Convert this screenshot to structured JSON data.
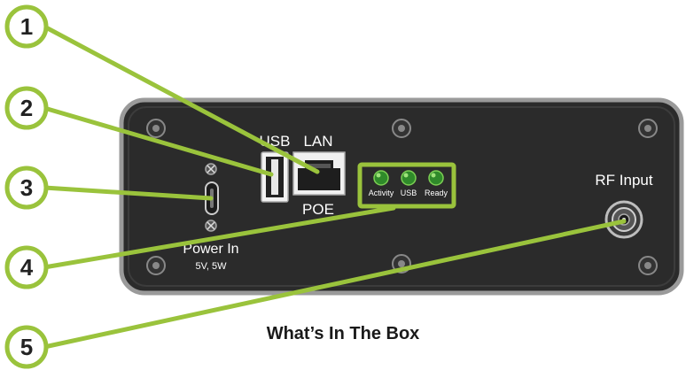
{
  "device": {
    "port_labels": {
      "usb": "USB",
      "lan": "LAN",
      "poe": "POE",
      "rf": "RF Input"
    },
    "power": {
      "label": "Power In",
      "spec": "5V, 5W"
    },
    "leds": [
      {
        "label": "Activity"
      },
      {
        "label": "USB"
      },
      {
        "label": "Ready"
      }
    ]
  },
  "callouts": [
    {
      "number": "1"
    },
    {
      "number": "2"
    },
    {
      "number": "3"
    },
    {
      "number": "4"
    },
    {
      "number": "5"
    }
  ],
  "caption": "What’s In The Box",
  "colors": {
    "panel": "#2b2b2b",
    "panel_border": "#9a9a9a",
    "callout_green": "#9ac33c",
    "led_green": "#2f8a2a",
    "text_white": "#ffffff"
  }
}
